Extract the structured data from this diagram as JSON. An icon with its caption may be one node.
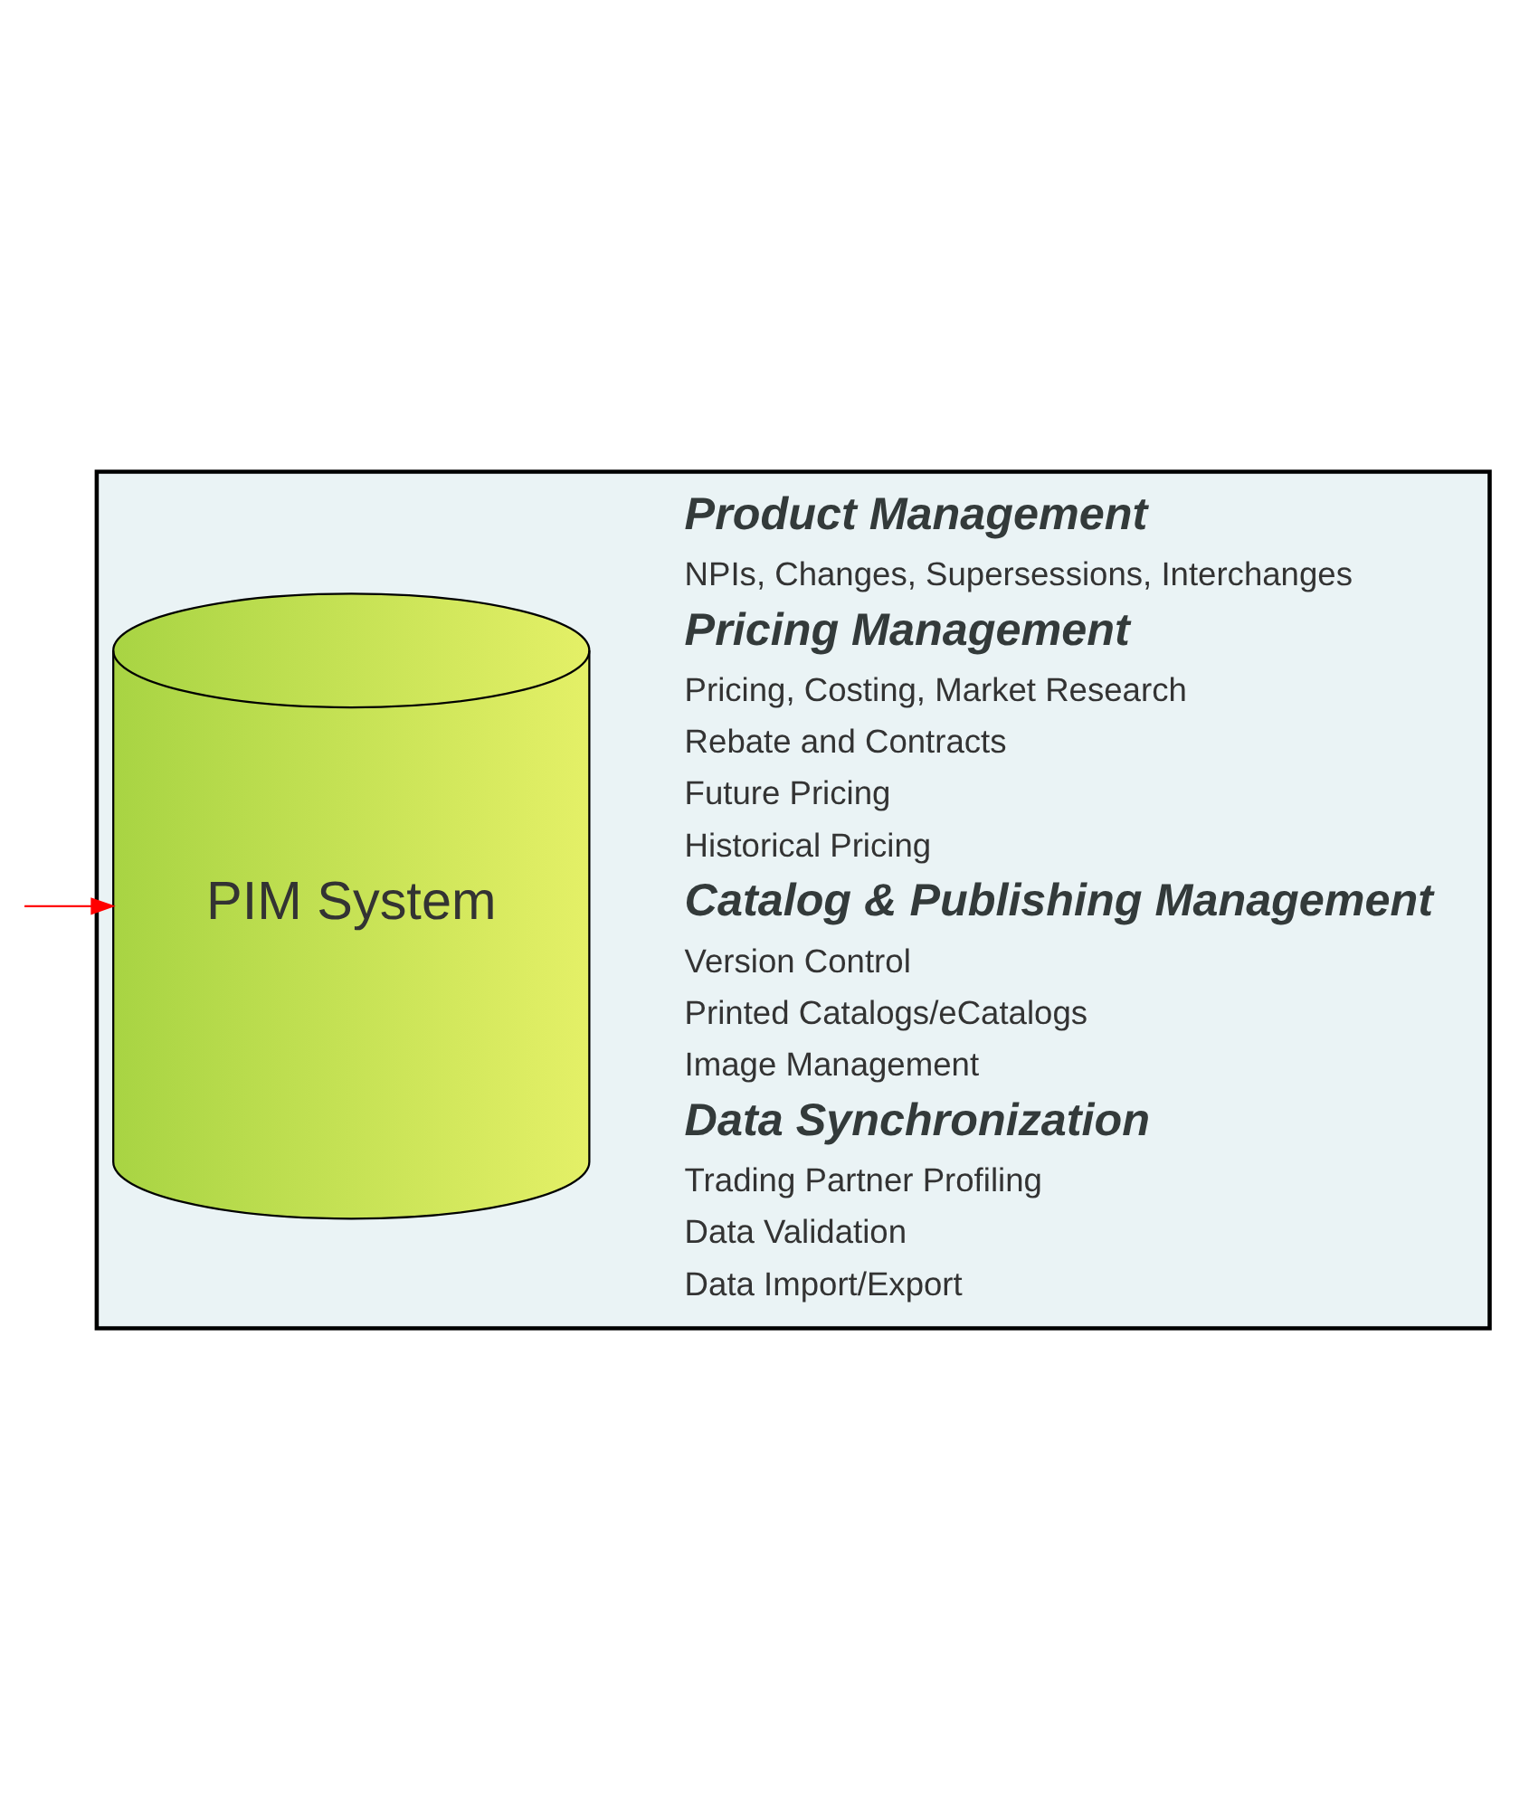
{
  "diagram": {
    "nodes": [
      {
        "text": [],
        "shape": "box"
      },
      {
        "text": [
          "PIM System"
        ],
        "in": 0
      }
    ],
    "edges": [
      {
        "from": null,
        "to": 1,
        "arrow": "to",
        "color": "#ff0000"
      }
    ],
    "labels": [
      "Product Management",
      "NPIs, Changes, Supersessions, Interchanges",
      "Pricing Management",
      "Pricing, Costing, Market Research",
      "Rebate and Contracts",
      "Future Pricing",
      "Historical Pricing",
      "Catalog & Publishing Management",
      "Version Control",
      "Printed Catalogs/eCatalogs",
      "Image Management",
      "Data Synchronization",
      "Trading Partner Profiling",
      "Data Validation",
      "Data Import/Export"
    ]
  }
}
